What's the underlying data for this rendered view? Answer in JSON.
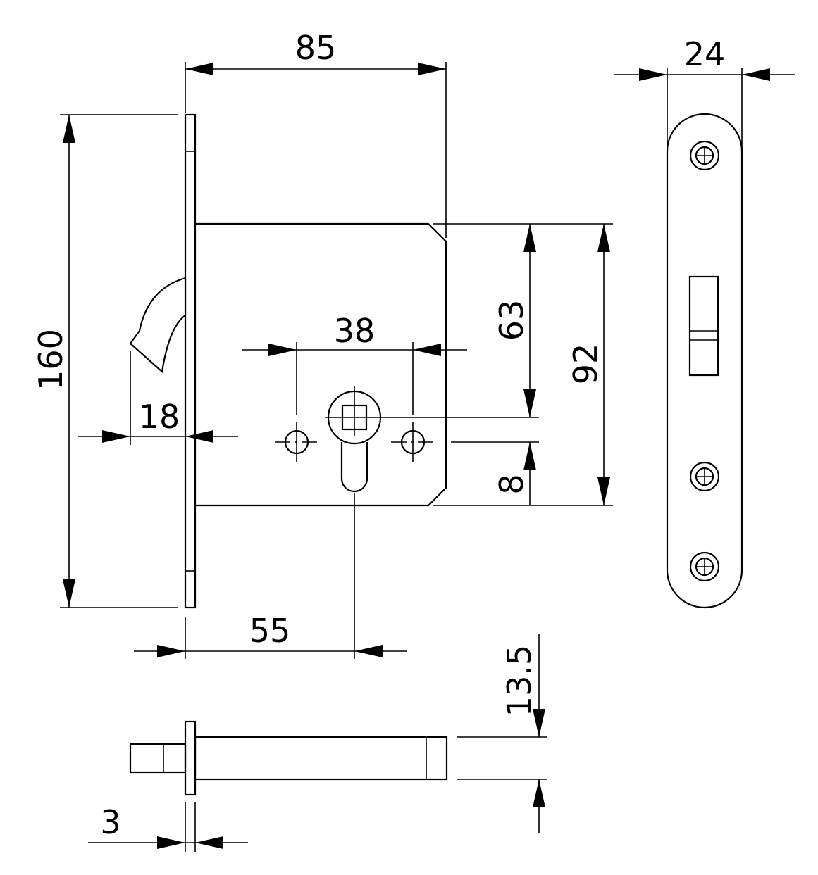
{
  "dimensions": {
    "width_85": "85",
    "width_24": "24",
    "height_160": "160",
    "height_63": "63",
    "height_92": "92",
    "spacing_38": "38",
    "offset_18": "18",
    "backset_55": "55",
    "height_8": "8",
    "thickness_13_5": "13.5",
    "thickness_3": "3"
  }
}
